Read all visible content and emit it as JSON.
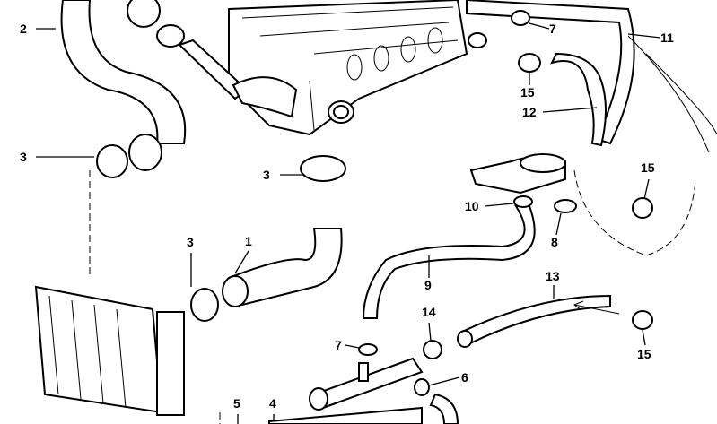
{
  "diagram": {
    "callouts": [
      {
        "id": "c2",
        "label": "2"
      },
      {
        "id": "c3a",
        "label": "3"
      },
      {
        "id": "c3b",
        "label": "3"
      },
      {
        "id": "c3c",
        "label": "3"
      },
      {
        "id": "c1",
        "label": "1"
      },
      {
        "id": "c11",
        "label": "11"
      },
      {
        "id": "c7a",
        "label": "7"
      },
      {
        "id": "c15a",
        "label": "15"
      },
      {
        "id": "c12",
        "label": "12"
      },
      {
        "id": "c15b",
        "label": "15"
      },
      {
        "id": "c10",
        "label": "10"
      },
      {
        "id": "c8",
        "label": "8"
      },
      {
        "id": "c9",
        "label": "9"
      },
      {
        "id": "c13",
        "label": "13"
      },
      {
        "id": "c14",
        "label": "14"
      },
      {
        "id": "c7b",
        "label": "7"
      },
      {
        "id": "c6",
        "label": "6"
      },
      {
        "id": "c15c",
        "label": "15"
      },
      {
        "id": "c5",
        "label": "5"
      },
      {
        "id": "c4",
        "label": "4"
      }
    ]
  }
}
